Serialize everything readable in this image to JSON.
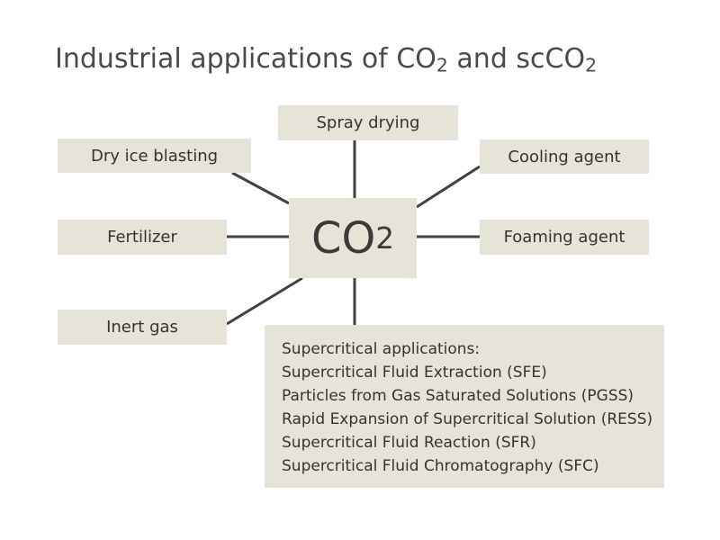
{
  "title": {
    "main": "Industrial applications of CO",
    "sub1": "2",
    "and": " and scCO",
    "sub2": "2"
  },
  "center": {
    "main": "CO",
    "sub": "2"
  },
  "nodes": {
    "spray_drying": "Spray drying",
    "dry_ice_blasting": "Dry ice blasting",
    "cooling_agent": "Cooling agent",
    "fertilizer": "Fertilizer",
    "foaming_agent": "Foaming agent",
    "inert_gas": "Inert gas"
  },
  "supercritical": {
    "heading": "Supercritical applications:",
    "items": [
      "Supercritical Fluid Extraction (SFE)",
      "Particles from Gas Saturated Solutions (PGSS)",
      "Rapid Expansion of Supercritical Solution (RESS)",
      "Supercritical Fluid Reaction (SFR)",
      "Supercritical Fluid Chromatography (SFC)"
    ]
  },
  "colors": {
    "box_fill": "#e6e4d8",
    "connector": "#3f4143",
    "text": "#333333"
  }
}
